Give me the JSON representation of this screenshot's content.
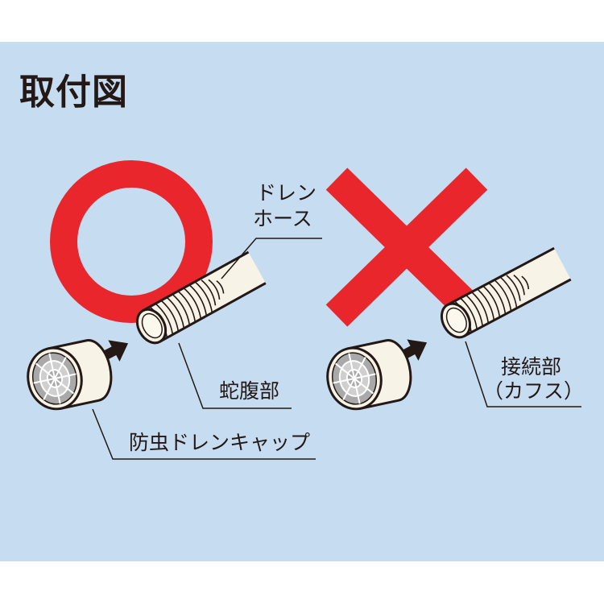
{
  "title": "取付図",
  "labels": {
    "drain_hose_line1": "ドレン",
    "drain_hose_line2": "ホース",
    "bellows": "蛇腹部",
    "insect_cap": "防虫ドレンキャップ",
    "connection_line1": "接続部",
    "connection_line2": "（カフス）"
  },
  "marks": {
    "correct": "circle-mark",
    "incorrect": "cross-mark"
  },
  "colors": {
    "background": "#c6ddf1",
    "mark_red": "#e8262c",
    "hose": "#f7f3e6",
    "outline": "#231815"
  }
}
